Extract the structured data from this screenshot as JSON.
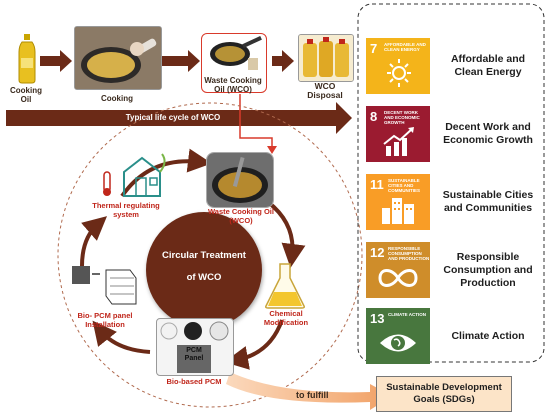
{
  "lifecycle": {
    "cooking_oil": "Cooking\nOil",
    "cooking": "Cooking",
    "wco": "Waste Cooking\nOil (WCO)",
    "disposal": "WCO\nDisposal",
    "banner": "Typical life cycle of WCO"
  },
  "circle": {
    "center_line1": "Circular Treatment",
    "center_line2": "of WCO",
    "wco": "Waste Cooking Oil\n(WCO)",
    "chem": "Chemical\nModification",
    "pcm": "Bio-based PCM",
    "pcm_panel": "PCM\nPanel",
    "install": "Bio- PCM panel\nInstallation",
    "thermal": "Thermal regulating\nsystem"
  },
  "to_fulfill": "to fulfill",
  "sdg_box_title": "Sustainable Development\nGoals (SDGs)",
  "sdgs": [
    {
      "num": "7",
      "tile_title": "AFFORDABLE AND CLEAN ENERGY",
      "label": "Affordable and\nClean Energy",
      "color": "#f4b41a",
      "icon": "sun-icon"
    },
    {
      "num": "8",
      "tile_title": "DECENT WORK AND ECONOMIC GROWTH",
      "label": "Decent Work and\nEconomic Growth",
      "color": "#9b1b30",
      "icon": "growth-chart-icon"
    },
    {
      "num": "11",
      "tile_title": "SUSTAINABLE CITIES AND COMMUNITIES",
      "label": "Sustainable Cities\nand Communities",
      "color": "#f99d26",
      "icon": "city-buildings-icon"
    },
    {
      "num": "12",
      "tile_title": "RESPONSIBLE CONSUMPTION AND PRODUCTION",
      "label": "Responsible\nConsumption and\nProduction",
      "color": "#cf8d2a",
      "icon": "infinity-loop-icon"
    },
    {
      "num": "13",
      "tile_title": "CLIMATE ACTION",
      "label": "Climate Action",
      "color": "#48773e",
      "icon": "eye-globe-icon"
    }
  ],
  "colors": {
    "brown": "#6b2a17",
    "orange_arrow": "#f3a76c",
    "red_box": "#d93a2b"
  }
}
